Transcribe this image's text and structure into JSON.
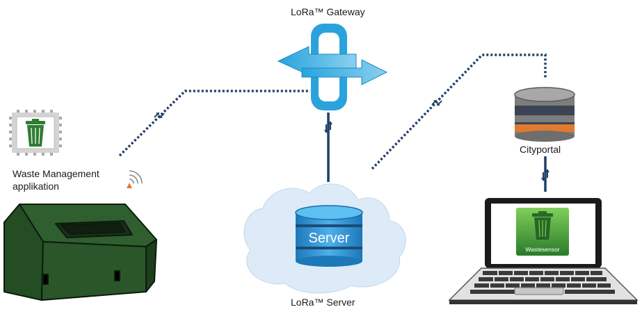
{
  "labels": {
    "gateway": "LoRa™ Gateway",
    "waste_mgmt_line1": "Waste Management",
    "waste_mgmt_line2": "applikation",
    "cityportal": "Cityportal",
    "server_title": "LoRa™ Server",
    "server_db": "Server",
    "app_tile": "Wastesensor"
  },
  "icons": [
    "lora-gateway-icon",
    "waste-chip-icon",
    "wifi-signal-icon",
    "waste-container-icon",
    "server-cloud-icon",
    "server-database-icon",
    "cityportal-database-icon",
    "laptop-icon",
    "wastesensor-app-icon",
    "bidirectional-arrow-icon"
  ],
  "colors": {
    "link": "#1f3f66",
    "gateway_blue": "#2aa3dc",
    "server_blue": "#2f8fcf",
    "cloud": "#dcebf7",
    "container_green": "#2f5e2f",
    "db_grey": "#7d7d7d",
    "db_orange": "#e07a2c",
    "db_dark": "#3b4455"
  }
}
